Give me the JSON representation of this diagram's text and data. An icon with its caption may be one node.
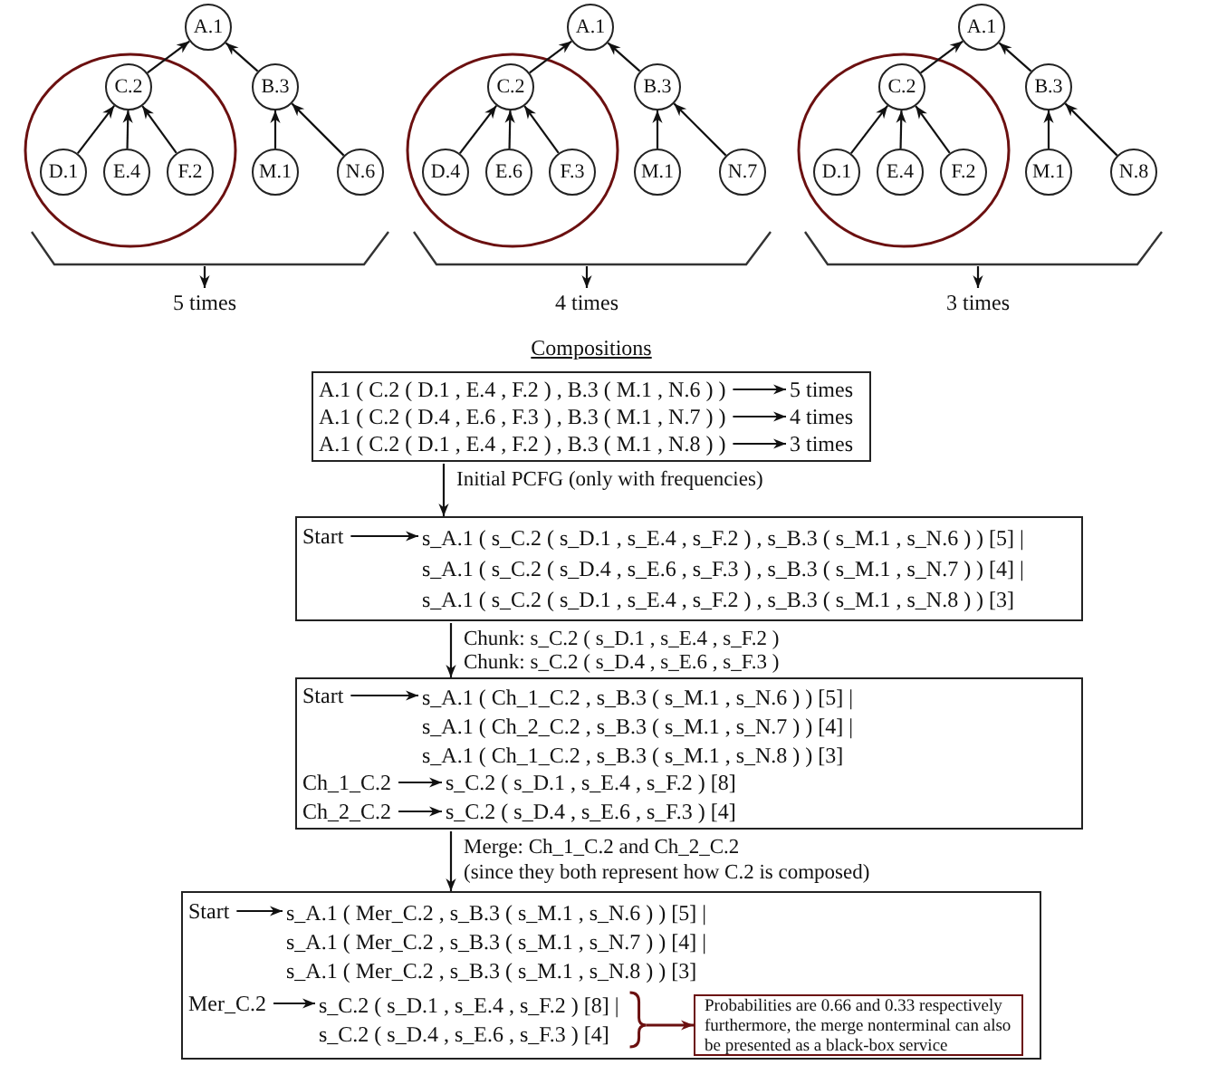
{
  "diagram": {
    "nodes": [
      {
        "text": [
          "A.1"
        ]
      },
      {
        "text": [
          "C.2"
        ]
      },
      {
        "text": [
          "B.3"
        ]
      },
      {
        "text": [
          "D.1"
        ]
      },
      {
        "text": [
          "E.4"
        ]
      },
      {
        "text": [
          "F.2"
        ]
      },
      {
        "text": [
          "M.1"
        ]
      },
      {
        "text": [
          "N.6"
        ]
      },
      {
        "text": [
          "5 times"
        ]
      },
      {
        "text": [
          "A.1"
        ]
      },
      {
        "text": [
          "C.2"
        ]
      },
      {
        "text": [
          "B.3"
        ]
      },
      {
        "text": [
          "D.4"
        ]
      },
      {
        "text": [
          "E.6"
        ]
      },
      {
        "text": [
          "F.3"
        ]
      },
      {
        "text": [
          "M.1"
        ]
      },
      {
        "text": [
          "N.7"
        ]
      },
      {
        "text": [
          "4 times"
        ]
      },
      {
        "text": [
          "A.1"
        ]
      },
      {
        "text": [
          "C.2"
        ]
      },
      {
        "text": [
          "B.3"
        ]
      },
      {
        "text": [
          "D.1"
        ]
      },
      {
        "text": [
          "E.4"
        ]
      },
      {
        "text": [
          "F.2"
        ]
      },
      {
        "text": [
          "M.1"
        ]
      },
      {
        "text": [
          "N.8"
        ]
      },
      {
        "text": [
          "3 times"
        ]
      },
      {
        "text": [
          "Compositions"
        ]
      },
      {
        "text": [
          "A.1 ( C.2 ( D.1 , E.4 , F.2 ) , B.3 ( M.1 , N.6 ) )"
        ],
        "in": 27
      },
      {
        "text": [
          "5 times"
        ],
        "in": 27
      },
      {
        "text": [
          "A.1 ( C.2 ( D.4 , E.6 , F.3 ) , B.3 ( M.1 , N.7 ) )"
        ],
        "in": 27
      },
      {
        "text": [
          "4 times"
        ],
        "in": 27
      },
      {
        "text": [
          "A.1 ( C.2 ( D.1 , E.4 , F.2 ) , B.3 ( M.1 , N.8 ) )"
        ],
        "in": 27
      },
      {
        "text": [
          "3 times"
        ],
        "in": 27
      },
      {
        "text": [],
        "shape": "box"
      },
      {
        "text": [
          "Start"
        ],
        "in": 34
      },
      {
        "text": [
          "s_A.1 ( s_C.2 ( s_D.1 , s_E.4 , s_F.2 ) , s_B.3 ( s_M.1 , s_N.6 ) ) [5] |",
          "s_A.1 ( s_C.2 ( s_D.4 , s_E.6 , s_F.3 ) , s_B.3 ( s_M.1 , s_N.7 ) ) [4] |",
          "s_A.1 ( s_C.2 ( s_D.1 , s_E.4 , s_F.2 ) , s_B.3 ( s_M.1 , s_N.8 ) ) [3]"
        ],
        "in": 34
      },
      {
        "text": [],
        "shape": "box"
      },
      {
        "text": [
          "Start"
        ],
        "in": 37
      },
      {
        "text": [
          "s_A.1 ( Ch_1_C.2 , s_B.3 ( s_M.1 , s_N.6 ) ) [5] |",
          "s_A.1 ( Ch_2_C.2 , s_B.3 ( s_M.1 , s_N.7 ) ) [4] |",
          "s_A.1 ( Ch_1_C.2 , s_B.3 ( s_M.1 , s_N.8 ) ) [3]"
        ],
        "in": 37
      },
      {
        "text": [
          "Ch_1_C.2"
        ],
        "in": 37
      },
      {
        "text": [
          "s_C.2 ( s_D.1 , s_E.4 , s_F.2 ) [8]"
        ],
        "in": 37
      },
      {
        "text": [
          "Ch_2_C.2"
        ],
        "in": 37
      },
      {
        "text": [
          "s_C.2 ( s_D.4 , s_E.6 , s_F.3 ) [4]"
        ],
        "in": 37
      },
      {
        "text": [],
        "shape": "box"
      },
      {
        "text": [
          "Start"
        ],
        "in": 44
      },
      {
        "text": [
          "s_A.1 ( Mer_C.2 , s_B.3 ( s_M.1 , s_N.6 ) ) [5] |",
          "s_A.1 ( Mer_C.2 , s_B.3 ( s_M.1 , s_N.7 ) ) [4] |",
          "s_A.1 ( Mer_C.2 , s_B.3 ( s_M.1 , s_N.8 ) ) [3]"
        ],
        "in": 44
      },
      {
        "text": [
          "Mer_C.2"
        ],
        "in": 44
      },
      {
        "text": [
          "s_C.2 ( s_D.1 , s_E.4 , s_F.2 ) [8] |",
          "s_C.2 ( s_D.4 , s_E.6 , s_F.3 ) [4]"
        ],
        "in": 44
      },
      {
        "text": [
          "Probabilities are 0.66 and 0.33 respectively furthermore, the merge nonterminal can also be presented as a black-box service"
        ],
        "in": 44
      },
      {
        "text": [],
        "shape": "bracket"
      },
      {
        "text": [],
        "shape": "bracket"
      },
      {
        "text": [],
        "shape": "bracket"
      }
    ],
    "edges": [
      {
        "from": 3,
        "to": 1,
        "arrow": "to"
      },
      {
        "from": 4,
        "to": 1,
        "arrow": "to"
      },
      {
        "from": 5,
        "to": 1,
        "arrow": "to"
      },
      {
        "from": 6,
        "to": 2,
        "arrow": "to"
      },
      {
        "from": 7,
        "to": 2,
        "arrow": "to"
      },
      {
        "from": 1,
        "to": 0,
        "arrow": "to"
      },
      {
        "from": 2,
        "to": 0,
        "arrow": "to"
      },
      {
        "from": 50,
        "to": 8,
        "arrow": "to"
      },
      {
        "from": 12,
        "to": 10,
        "arrow": "to"
      },
      {
        "from": 13,
        "to": 10,
        "arrow": "to"
      },
      {
        "from": 14,
        "to": 10,
        "arrow": "to"
      },
      {
        "from": 15,
        "to": 11,
        "arrow": "to"
      },
      {
        "from": 16,
        "to": 11,
        "arrow": "to"
      },
      {
        "from": 10,
        "to": 9,
        "arrow": "to"
      },
      {
        "from": 11,
        "to": 9,
        "arrow": "to"
      },
      {
        "from": 51,
        "to": 17,
        "arrow": "to"
      },
      {
        "from": 21,
        "to": 19,
        "arrow": "to"
      },
      {
        "from": 22,
        "to": 19,
        "arrow": "to"
      },
      {
        "from": 23,
        "to": 19,
        "arrow": "to"
      },
      {
        "from": 24,
        "to": 20,
        "arrow": "to"
      },
      {
        "from": 25,
        "to": 20,
        "arrow": "to"
      },
      {
        "from": 19,
        "to": 18,
        "arrow": "to"
      },
      {
        "from": 20,
        "to": 18,
        "arrow": "to"
      },
      {
        "from": 52,
        "to": 26,
        "arrow": "to"
      },
      {
        "from": 28,
        "to": 29,
        "arrow": "to"
      },
      {
        "from": 30,
        "to": 31,
        "arrow": "to"
      },
      {
        "from": 32,
        "to": 33,
        "arrow": "to"
      },
      {
        "from": 27,
        "to": 34,
        "arrow": "to",
        "label": "Initial PCFG (only with frequencies)"
      },
      {
        "from": 35,
        "to": 36,
        "arrow": "to"
      },
      {
        "from": 34,
        "to": 37,
        "arrow": "to",
        "label": "Chunk: s_C.2 ( s_D.1 , s_E.4 , s_F.2 ) Chunk: s_C.2 ( s_D.4 , s_E.6 , s_F.3 )"
      },
      {
        "from": 38,
        "to": 39,
        "arrow": "to"
      },
      {
        "from": 40,
        "to": 41,
        "arrow": "to"
      },
      {
        "from": 42,
        "to": 43,
        "arrow": "to"
      },
      {
        "from": 37,
        "to": 44,
        "arrow": "to",
        "label": "Merge: Ch_1_C.2 and Ch_2_C.2"
      },
      {
        "from": 45,
        "to": 46,
        "arrow": "to"
      },
      {
        "from": 47,
        "to": 48,
        "arrow": "to"
      },
      {
        "from": 48,
        "to": 49,
        "arrow": "to",
        "color": "#6b1010"
      }
    ],
    "labels": [
      "(since they both represent how C.2 is composed)"
    ]
  }
}
